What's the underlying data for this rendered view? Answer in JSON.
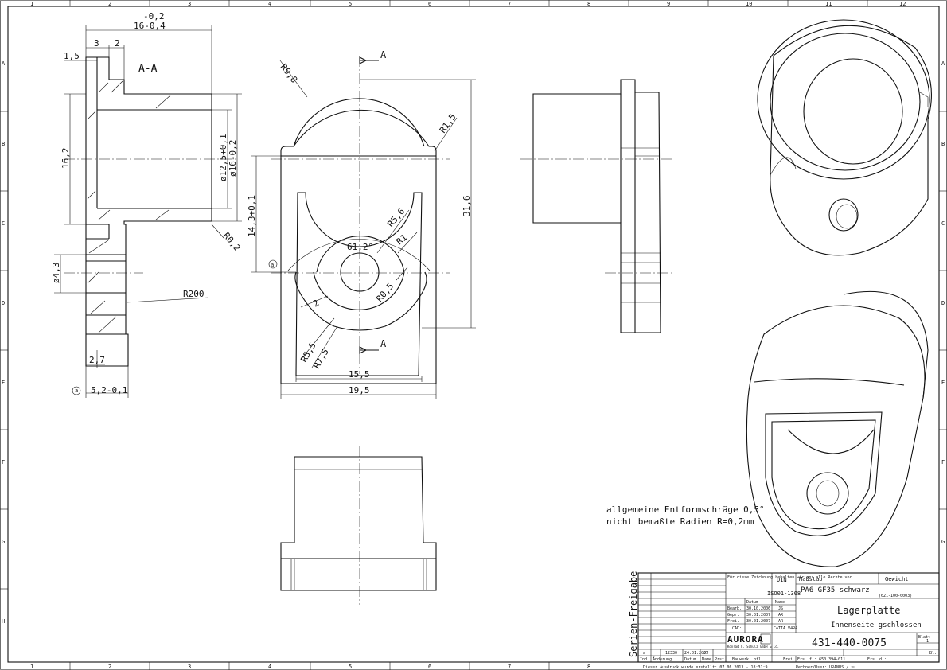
{
  "border": {
    "columns": [
      "1",
      "2",
      "3",
      "4",
      "5",
      "6",
      "7",
      "8",
      "9",
      "10",
      "11",
      "12"
    ],
    "rows": [
      "A",
      "B",
      "C",
      "D",
      "E",
      "F",
      "G",
      "H"
    ]
  },
  "section_view": {
    "label": "A-A",
    "dims": {
      "tol_top": "-0,2",
      "tol_main": "16-0,4",
      "d3": "3",
      "d2": "2",
      "d1_5": "1,5",
      "height_16_2": "16,2",
      "bore": "ø12,5+0,1",
      "outer": "ø16-0,2",
      "r0_2": "R0,2",
      "hole": "ø4,3",
      "r200": "R200",
      "d2_7": "2,7",
      "d5_2": "5,2-0,1",
      "marker": "a"
    }
  },
  "front_view": {
    "section_mark": "A",
    "dims": {
      "r9_8": "R9,8",
      "r1_5": "R1,5",
      "h14_3": "14,3+0,1",
      "h31_6": "31,6",
      "r5_6": "R5,6",
      "angle": "61,2°",
      "r1": "R1",
      "r0_5": "R0,5",
      "d2": "2",
      "r5_5": "R5,5",
      "r7_5": "R7,5",
      "w15_5": "15,5",
      "w19_5": "19,5",
      "marker": "a"
    }
  },
  "notes": {
    "line1": "allgemeine Entformschräge 0,5°",
    "line2": "nicht bemaßte Radien R=0,2mm"
  },
  "title_block": {
    "vertical_label": "Serien-Freigabe",
    "note_header": "Für diese Zeichnung behalten wir uns alle Rechte vor.",
    "din_label": "DIN",
    "din_value": "ISO01-1308",
    "massstab_label": "Maßstab",
    "gewicht_label": "Gewicht",
    "material": "PA6 GF35 schwarz",
    "material_code": "(621-100-0003)",
    "datum_label": "Datum",
    "name_label": "Name",
    "rows": [
      {
        "label": "Bearb.",
        "date": "30.10.2006",
        "name": "JS"
      },
      {
        "label": "Gepr.",
        "date": "30.01.2007",
        "name": "AR"
      },
      {
        "label": "Frei.",
        "date": "30.01.2007",
        "name": "AR"
      },
      {
        "label": "CAD:",
        "date": "",
        "name": "CATIA V4R4"
      }
    ],
    "title": "Lagerplatte",
    "subtitle": "Innenseite gschlossen",
    "company": "AURORA",
    "company_sub": "Konrad G. Schulz GmbH & Co.",
    "drawing_number": "431-440-0075",
    "blatt_label": "Blatt",
    "blatt_value": "1",
    "bl_label": "Bl.",
    "revision": {
      "index": "a",
      "number": "12330",
      "date": "24.01.2007",
      "name": "JS"
    },
    "rev_headers": [
      "Ind.",
      "Änderung",
      "Datum",
      "Name",
      "Prst."
    ],
    "bauwerk": "Bauwerk. pfl.",
    "frei2": "Frei.",
    "ersfuer": "Ers. f.: 650.394-011",
    "ersdurch": "Ers. d.:",
    "footer_left": "Dieser Ausdruck wurde erstellt: 07.06.2013 - 18:31:9",
    "footer_right": "Rechner/User: URANUS / su"
  }
}
